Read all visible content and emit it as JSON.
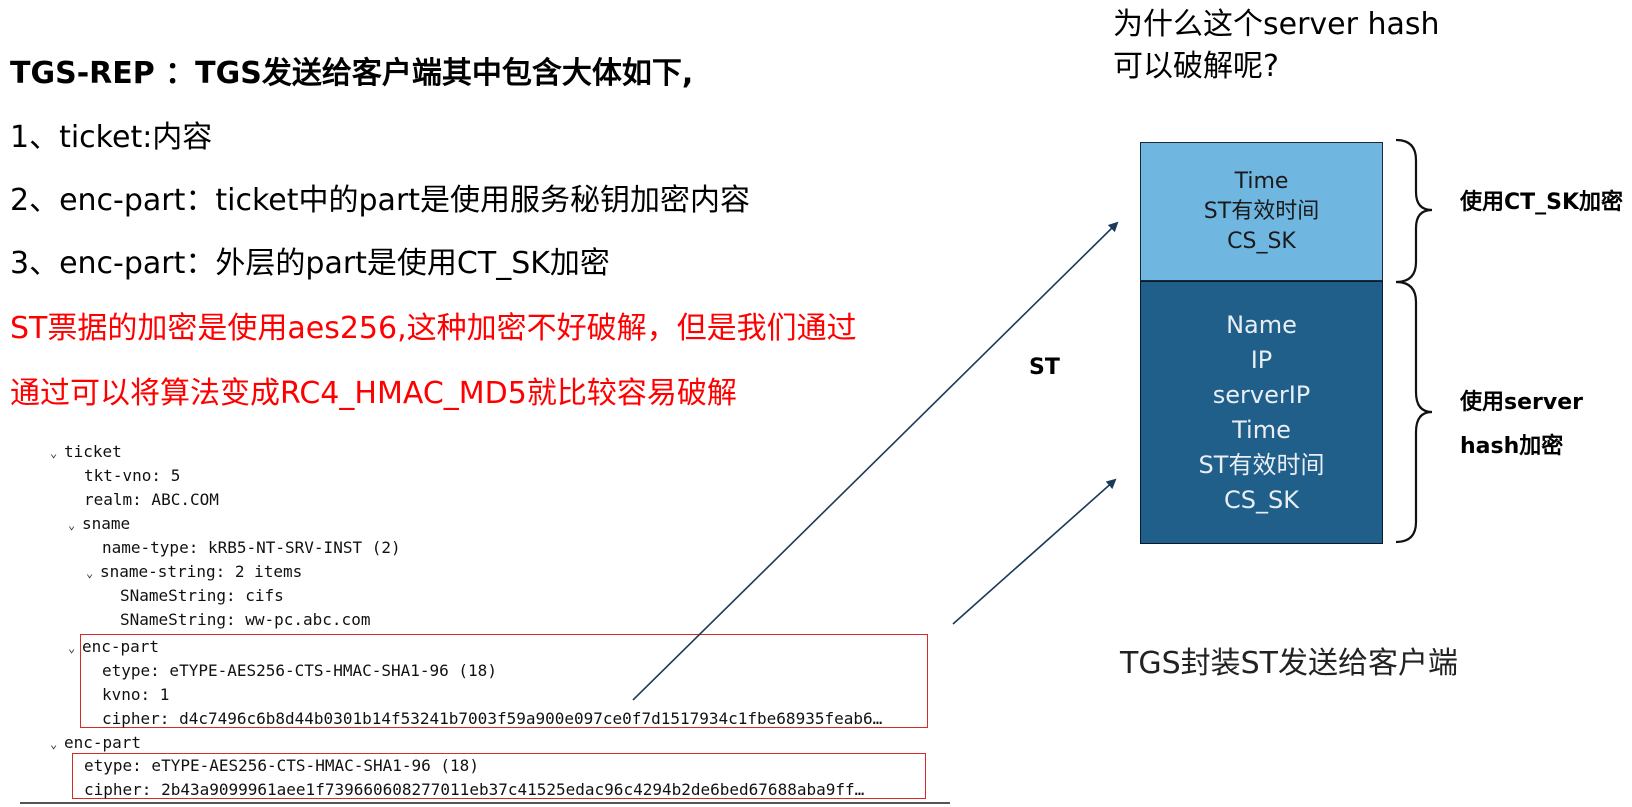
{
  "heading": "TGS-REP ：TGS发送给客户端其中包含大体如下,",
  "lines": [
    "1、ticket:内容",
    "2、enc-part：ticket中的part是使用服务秘钥加密内容",
    "3、enc-part：外层的part是使用CT_SK加密"
  ],
  "note_lines": [
    "ST票据的加密是使用aes256,这种加密不好破解，但是我们通过",
    "通过可以将算法变成RC4_HMAC_MD5就比较容易破解"
  ],
  "question": [
    "为什么这个server hash",
    "可以破解呢?"
  ],
  "tree": {
    "ticket": "ticket",
    "tkt_vno": "tkt-vno: 5",
    "realm": "realm: ABC.COM",
    "sname": "sname",
    "name_type": "name-type: kRB5-NT-SRV-INST (2)",
    "sname_string": "sname-string: 2 items",
    "sname_string_1": "SNameString: cifs",
    "sname_string_2": "SNameString: ww-pc.abc.com",
    "inner_enc_part": "enc-part",
    "inner_etype": "etype: eTYPE-AES256-CTS-HMAC-SHA1-96 (18)",
    "inner_kvno": "kvno: 1",
    "inner_cipher": "cipher: d4c7496c6b8d44b0301b14f53241b7003f59a900e097ce0f7d1517934c1fbe68935feab6…",
    "outer_enc_part": "enc-part",
    "outer_etype": "etype: eTYPE-AES256-CTS-HMAC-SHA1-96 (18)",
    "outer_cipher": "cipher: 2b43a9099961aee1f739660608277011eb37c41525edac96c4294b2de6bed67688aba9ff…"
  },
  "diagram": {
    "top_box": [
      "Time",
      "ST有效时间",
      "CS_SK"
    ],
    "bottom_box": [
      "Name",
      "IP",
      "serverIP",
      "Time",
      "ST有效时间",
      "CS_SK"
    ],
    "top_label": "使用CT_SK加密",
    "bottom_label_1": "使用server",
    "bottom_label_2": "hash加密",
    "st_label": "ST",
    "caption": "TGS封装ST发送给客户端",
    "colors": {
      "top_box": "#6fb6e0",
      "bottom_box": "#1f5f8a",
      "arrow": "#1a3a5a",
      "highlight": "#d62a2a",
      "note": "#ff0000"
    }
  }
}
